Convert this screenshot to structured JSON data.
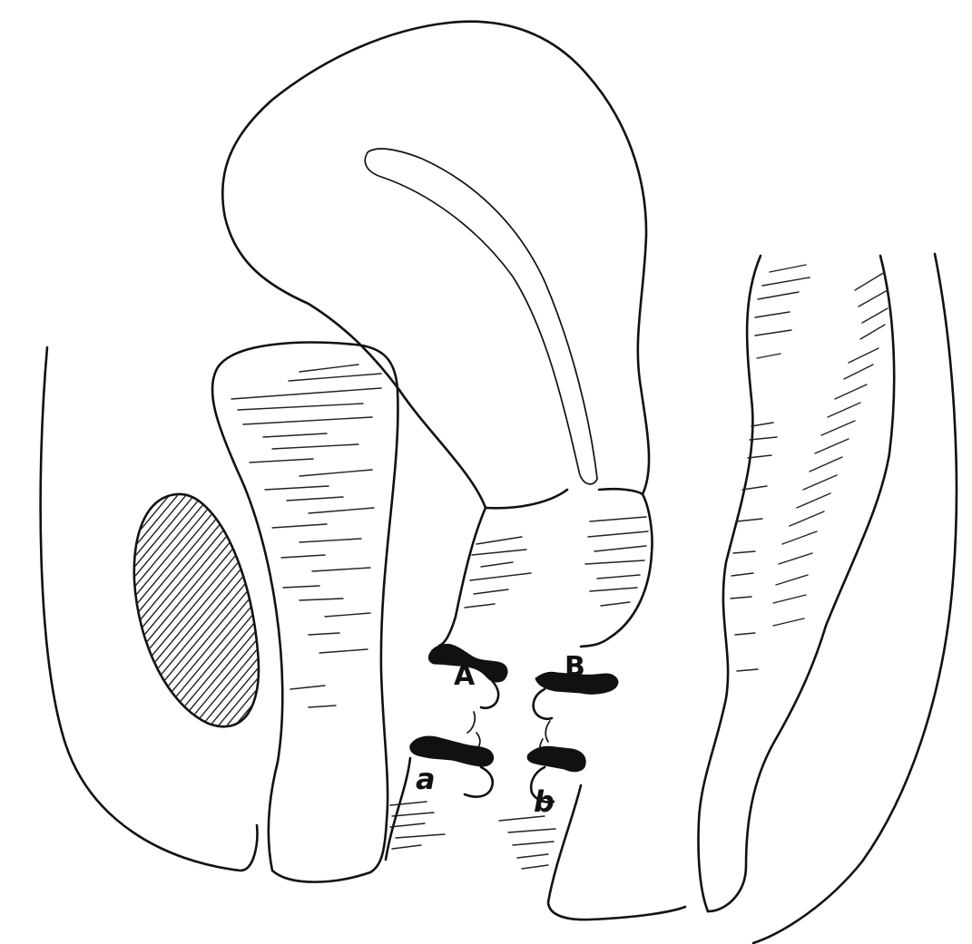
{
  "diagram": {
    "labels": {
      "A": "A",
      "B": "B",
      "a": "a",
      "b": "b"
    }
  }
}
